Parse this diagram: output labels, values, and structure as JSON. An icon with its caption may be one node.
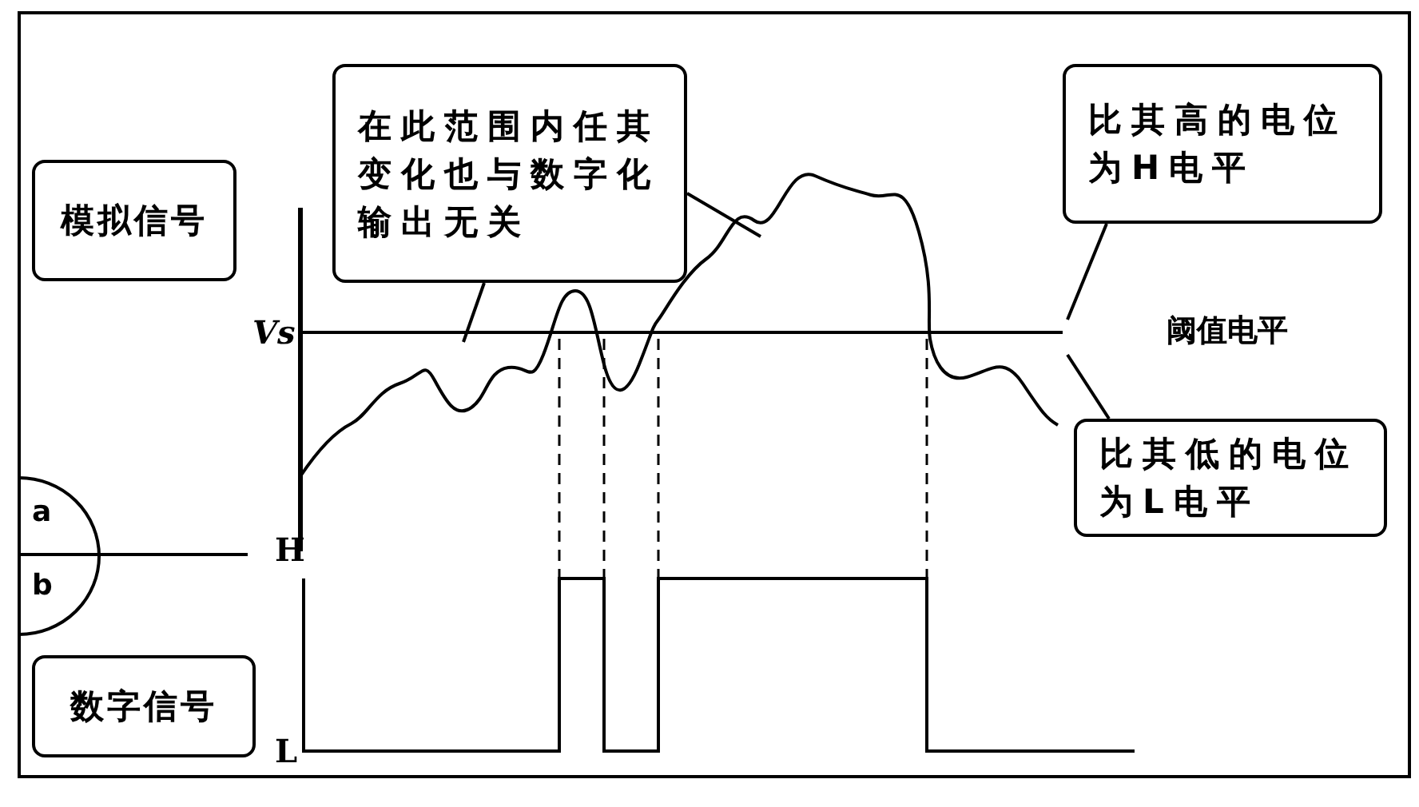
{
  "diagram": {
    "nodes": [
      {
        "text": [
          "模拟信号"
        ]
      },
      {
        "text": [
          "数字信号"
        ]
      },
      {
        "text": [
          "a",
          "b"
        ]
      },
      {
        "text": [
          "在此范围内任其变化也与数字化输出无关"
        ]
      },
      {
        "text": [
          "比其高的电位为H电平"
        ]
      },
      {
        "text": [
          "比其低的电位为L电平"
        ]
      }
    ],
    "edges": [
      {
        "from": 3,
        "to": null,
        "arrow": "none"
      },
      {
        "from": 3,
        "to": null,
        "arrow": "none"
      },
      {
        "from": 4,
        "to": null,
        "arrow": "none"
      },
      {
        "from": 5,
        "to": null,
        "arrow": "none"
      }
    ],
    "labels": [
      "Vs",
      "阈值电平",
      "H",
      "L"
    ]
  }
}
